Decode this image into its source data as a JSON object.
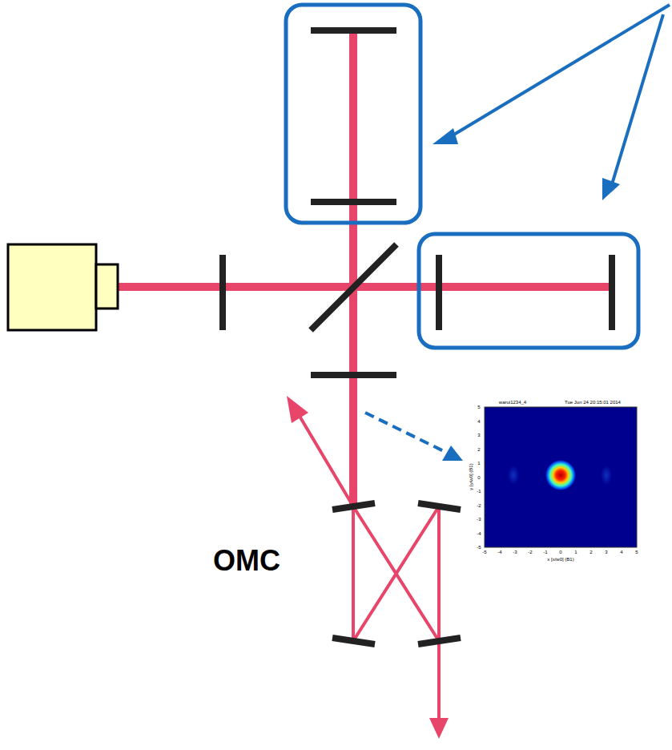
{
  "diagram": {
    "labels": [
      "OMC",
      "warui1234_4",
      "Tue Jun 24 20:15:01 2014",
      "-5",
      "-4",
      "-3",
      "-2",
      "-1",
      "0",
      "1",
      "2",
      "3",
      "4",
      "5",
      "5",
      "4",
      "3",
      "2",
      "1",
      "0",
      "-1",
      "-2",
      "-3",
      "-4",
      "-5",
      "x [x/w0] (B1)",
      "y [y/w0] (B1)"
    ]
  }
}
